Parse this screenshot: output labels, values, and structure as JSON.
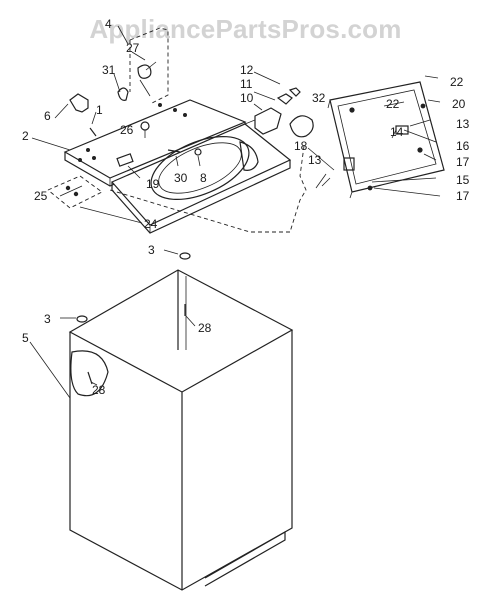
{
  "watermark": "AppliancePartsPros.com",
  "callouts": [
    {
      "id": "c4",
      "text": "4"
    },
    {
      "id": "c27",
      "text": "27"
    },
    {
      "id": "c31",
      "text": "31"
    },
    {
      "id": "c6",
      "text": "6"
    },
    {
      "id": "c1",
      "text": "1"
    },
    {
      "id": "c2",
      "text": "2"
    },
    {
      "id": "c26",
      "text": "26"
    },
    {
      "id": "c12",
      "text": "12"
    },
    {
      "id": "c11",
      "text": "11"
    },
    {
      "id": "c10",
      "text": "10"
    },
    {
      "id": "c32",
      "text": "32"
    },
    {
      "id": "c22a",
      "text": "22"
    },
    {
      "id": "c22b",
      "text": "22"
    },
    {
      "id": "c20",
      "text": "20"
    },
    {
      "id": "c14",
      "text": "14"
    },
    {
      "id": "c13a",
      "text": "13"
    },
    {
      "id": "c16",
      "text": "16"
    },
    {
      "id": "c18",
      "text": "18"
    },
    {
      "id": "c13b",
      "text": "13"
    },
    {
      "id": "c17a",
      "text": "17"
    },
    {
      "id": "c15",
      "text": "15"
    },
    {
      "id": "c17b",
      "text": "17"
    },
    {
      "id": "c25",
      "text": "25"
    },
    {
      "id": "c19",
      "text": "19"
    },
    {
      "id": "c30",
      "text": "30"
    },
    {
      "id": "c8",
      "text": "8"
    },
    {
      "id": "c24",
      "text": "24"
    },
    {
      "id": "c3a",
      "text": "3"
    },
    {
      "id": "c28a",
      "text": "28"
    },
    {
      "id": "c3b",
      "text": "3"
    },
    {
      "id": "c5",
      "text": "5"
    },
    {
      "id": "c28b",
      "text": "28"
    }
  ]
}
